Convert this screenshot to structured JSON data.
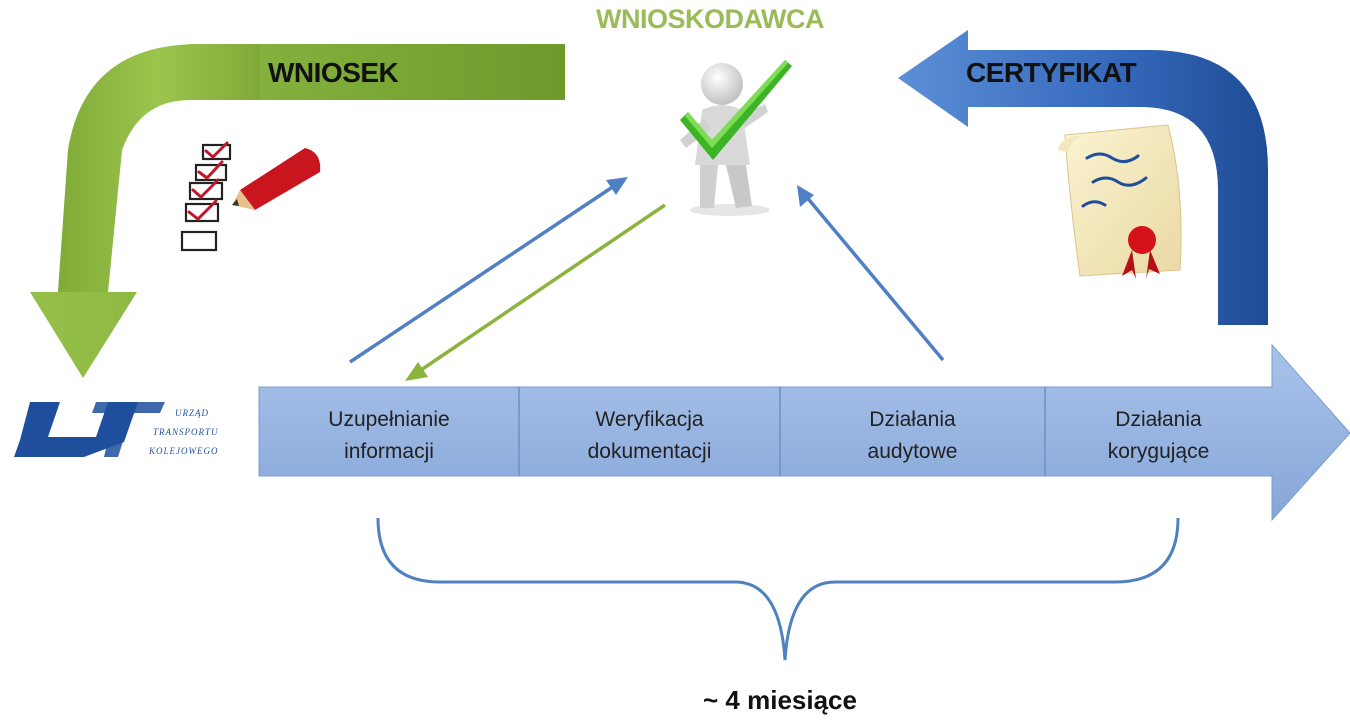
{
  "applicant": {
    "title": "WNIOSKODAWCA"
  },
  "arrows": {
    "application_label": "WNIOSEK",
    "certificate_label": "CERTYFIKAT"
  },
  "logo": {
    "letters": "UTK",
    "line1": "URZĄD",
    "line2": "TRANSPORTU",
    "line3": "KOLEJOWEGO"
  },
  "process": {
    "stages": [
      {
        "line1": "Uzupełnianie",
        "line2": "informacji"
      },
      {
        "line1": "Weryfikacja",
        "line2": "dokumentacji"
      },
      {
        "line1": "Działania",
        "line2": "audytowe"
      },
      {
        "line1": "Działania",
        "line2": "korygujące"
      }
    ],
    "duration": "~ 4 miesiące"
  },
  "colors": {
    "green": "#8cb33e",
    "blue": "#2f64b5",
    "process_fill": "#95b3e0",
    "brace": "#4f81bd",
    "applicant_title": "#9bbb59"
  }
}
